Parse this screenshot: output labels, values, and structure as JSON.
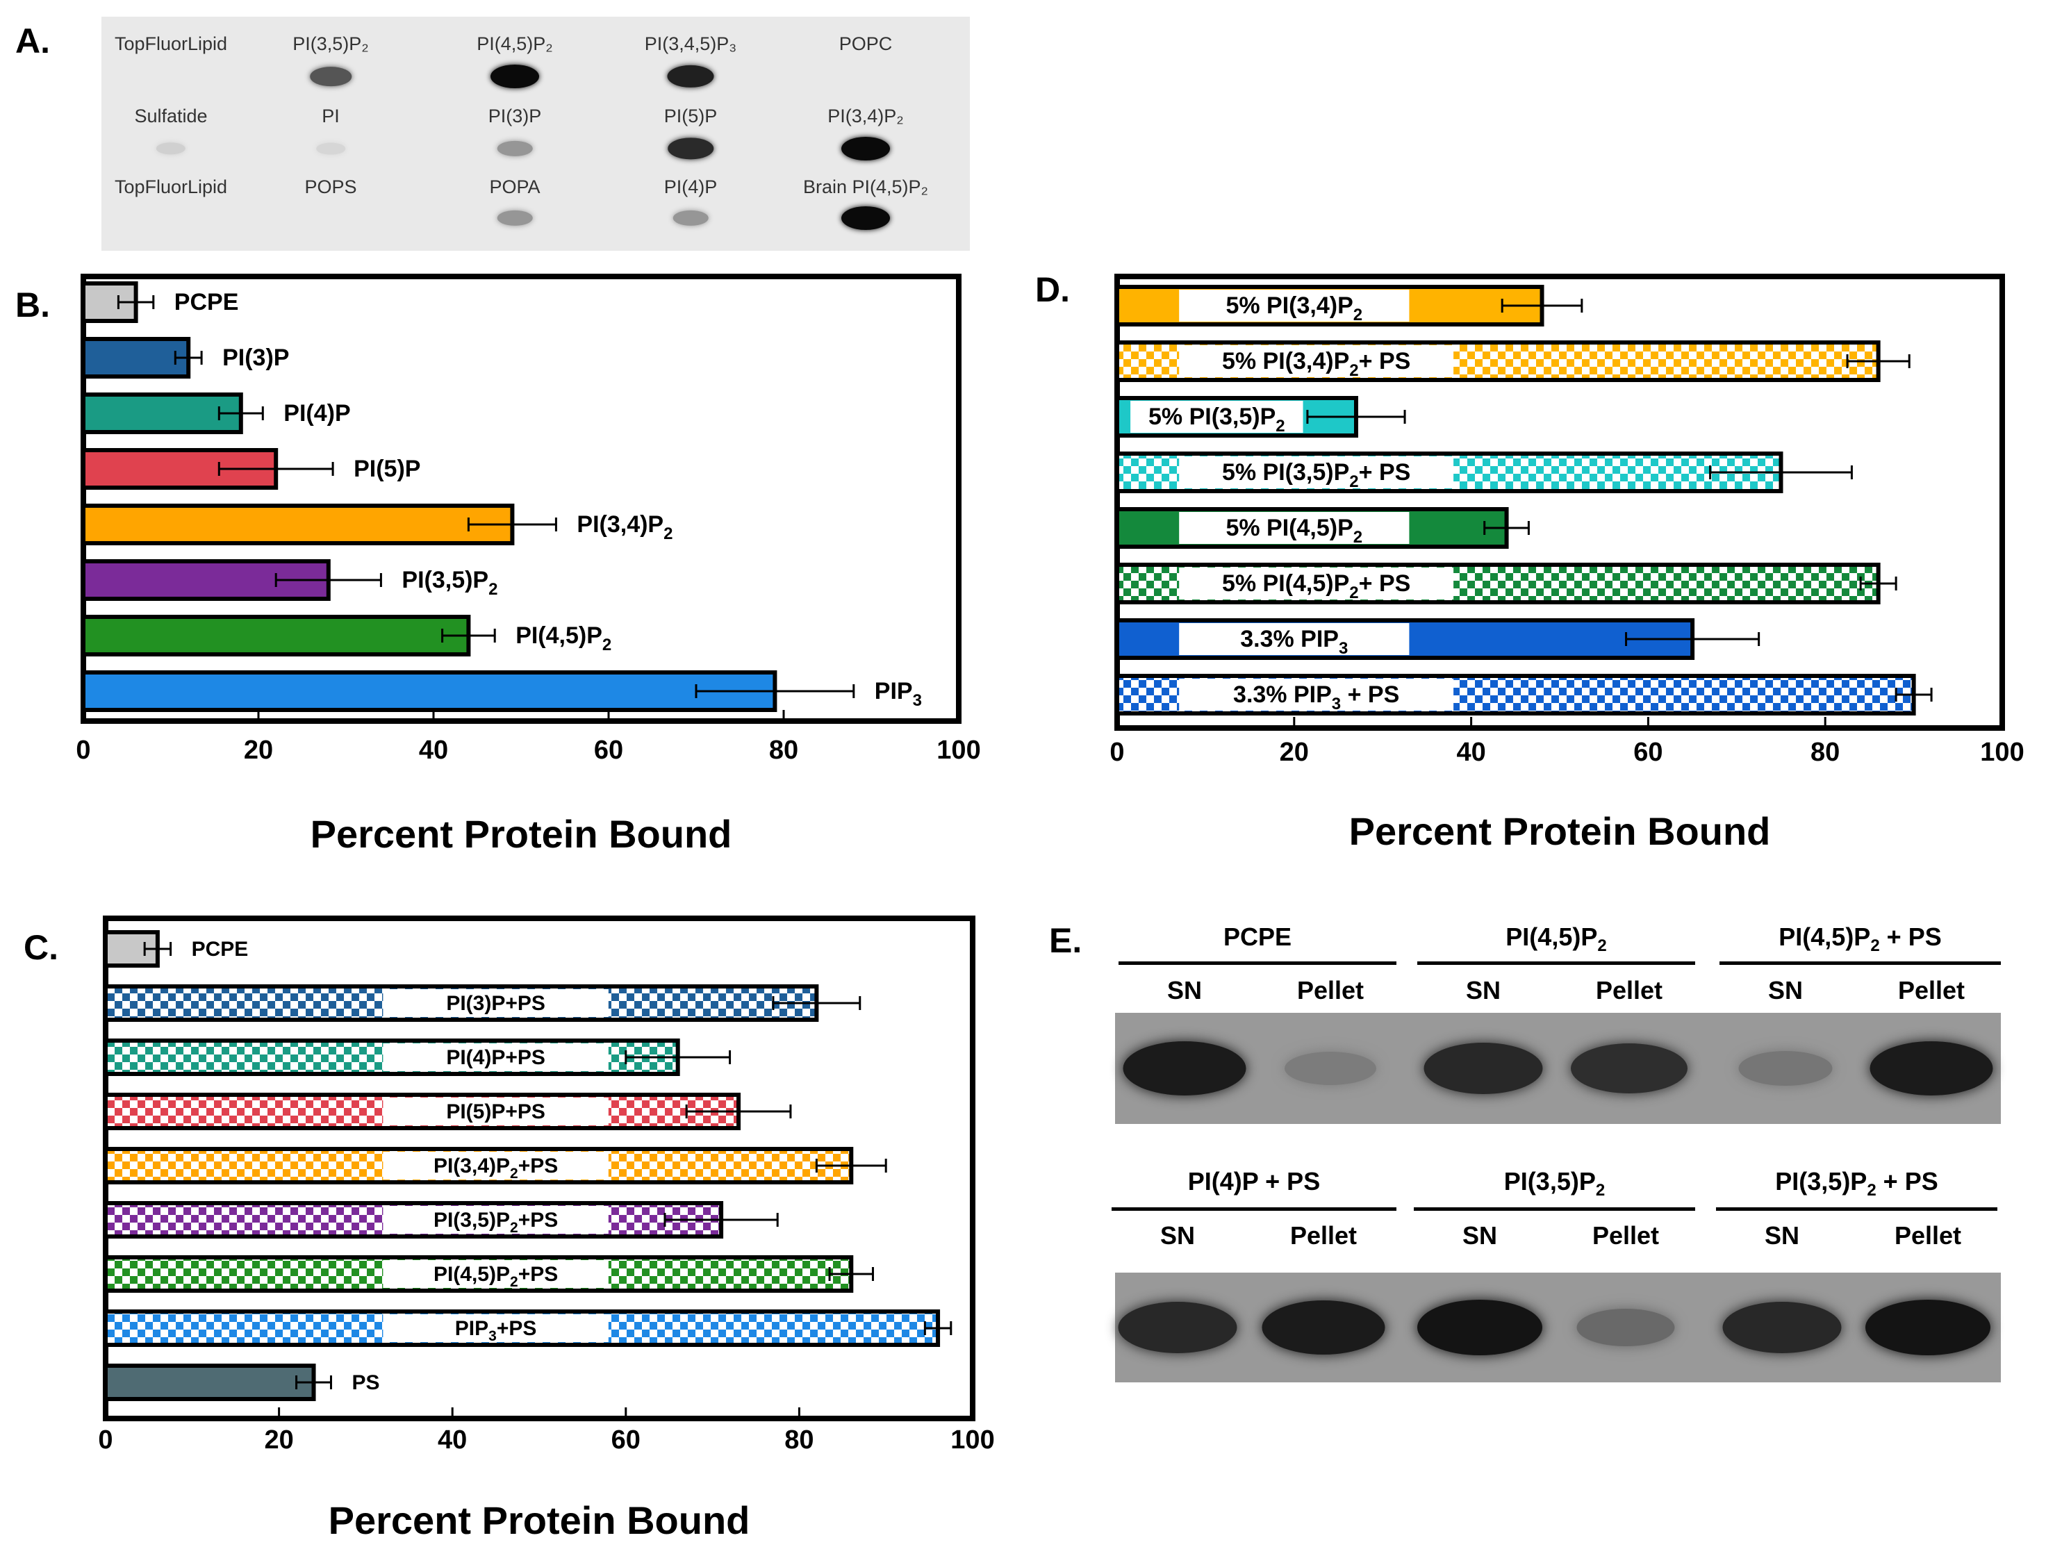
{
  "panels": {
    "a": "A.",
    "b": "B.",
    "c": "C.",
    "d": "D.",
    "e": "E."
  },
  "blot": {
    "rows": [
      [
        {
          "label": "TopFluorLipid",
          "intensity": 0.0
        },
        {
          "label": "PI(3,5)P₂",
          "intensity": 0.65
        },
        {
          "label": "PI(4,5)P₂",
          "intensity": 1.0
        },
        {
          "label": "PI(3,4,5)P₃",
          "intensity": 0.9
        },
        {
          "label": "POPC",
          "intensity": 0.0
        }
      ],
      [
        {
          "label": "Sulfatide",
          "intensity": 0.08
        },
        {
          "label": "PI",
          "intensity": 0.05
        },
        {
          "label": "PI(3)P",
          "intensity": 0.35
        },
        {
          "label": "PI(5)P",
          "intensity": 0.85
        },
        {
          "label": "PI(3,4)P₂",
          "intensity": 1.0
        }
      ],
      [
        {
          "label": "TopFluorLipid",
          "intensity": 0.0
        },
        {
          "label": "POPS",
          "intensity": 0.0
        },
        {
          "label": "POPA",
          "intensity": 0.35
        },
        {
          "label": "PI(4)P",
          "intensity": 0.35
        },
        {
          "label": "Brain PI(4,5)P₂",
          "intensity": 1.0
        }
      ]
    ]
  },
  "chart_data": [
    {
      "id": "B",
      "type": "bar",
      "orientation": "horizontal",
      "xlabel": "Percent Protein Bound",
      "xlim": [
        0,
        100
      ],
      "xticks": [
        0,
        20,
        40,
        60,
        80,
        100
      ],
      "categories": [
        "PCPE",
        "PI(3)P",
        "PI(4)P",
        "PI(5)P",
        "PI(3,4)P₂",
        "PI(3,5)P₂",
        "PI(4,5)P₂",
        "PIP₃"
      ],
      "values": [
        6,
        12,
        18,
        22,
        49,
        28,
        44,
        79
      ],
      "errors": [
        2,
        1.5,
        2.5,
        6.5,
        5,
        6,
        3,
        9
      ],
      "colors": [
        "#c8c8c8",
        "#1f5f99",
        "#1a9b84",
        "#e0424f",
        "#ffa500",
        "#7b2b99",
        "#229122",
        "#1e88e5"
      ],
      "pattern": [
        "solid",
        "solid",
        "solid",
        "solid",
        "solid",
        "solid",
        "solid",
        "solid"
      ]
    },
    {
      "id": "C",
      "type": "bar",
      "orientation": "horizontal",
      "xlabel": "Percent Protein Bound",
      "xlim": [
        0,
        100
      ],
      "xticks": [
        0,
        20,
        40,
        60,
        80,
        100
      ],
      "categories": [
        "PCPE",
        "PI(3)P+PS",
        "PI(4)P+PS",
        "PI(5)P+PS",
        "PI(3,4)P₂+PS",
        "PI(3,5)P₂+PS",
        "PI(4,5)P₂+PS",
        "PIP₃+PS",
        "PS"
      ],
      "values": [
        6,
        82,
        66,
        73,
        86,
        71,
        86,
        96,
        24
      ],
      "errors": [
        1.5,
        5,
        6,
        6,
        4,
        6.5,
        2.5,
        1.5,
        2
      ],
      "colors": [
        "#c8c8c8",
        "#1f5f99",
        "#1a9b84",
        "#e0424f",
        "#ffa500",
        "#7b2b99",
        "#229122",
        "#1e88e5",
        "#4f6b73"
      ],
      "pattern": [
        "solid",
        "checker",
        "checker",
        "checker",
        "checker",
        "checker",
        "checker",
        "checker",
        "solid"
      ]
    },
    {
      "id": "D",
      "type": "bar",
      "orientation": "horizontal",
      "xlabel": "Percent Protein Bound",
      "xlim": [
        0,
        100
      ],
      "xticks": [
        0,
        20,
        40,
        60,
        80,
        100
      ],
      "categories": [
        "5% PI(3,4)P₂",
        "5% PI(3,4)P₂+ PS",
        "5% PI(3,5)P₂",
        "5% PI(3,5)P₂+ PS",
        "5% PI(4,5)P₂",
        "5% PI(4,5)P₂+ PS",
        "3.3% PIP₃",
        "3.3% PIP₃ + PS"
      ],
      "values": [
        48,
        86,
        27,
        75,
        44,
        86,
        65,
        90
      ],
      "errors": [
        4.5,
        3.5,
        5.5,
        8,
        2.5,
        2,
        7.5,
        2
      ],
      "colors": [
        "#ffb300",
        "#ffb300",
        "#1ec8c8",
        "#1ec8c8",
        "#14893c",
        "#14893c",
        "#1060d0",
        "#1060d0"
      ],
      "pattern": [
        "solid",
        "checker",
        "solid",
        "checker",
        "solid",
        "checker",
        "solid",
        "checker"
      ]
    }
  ],
  "gel": {
    "groups_top": [
      "PCPE",
      "PI(4,5)P₂",
      "PI(4,5)P₂ + PS"
    ],
    "groups_bottom": [
      "PI(4)P + PS",
      "PI(3,5)P₂",
      "PI(3,5)P₂ + PS"
    ],
    "sn": "SN",
    "pellet": "Pellet",
    "bands_top": [
      0.95,
      0.2,
      0.85,
      0.8,
      0.25,
      0.95
    ],
    "bands_bottom": [
      0.85,
      0.95,
      1.0,
      0.35,
      0.85,
      1.0
    ]
  }
}
